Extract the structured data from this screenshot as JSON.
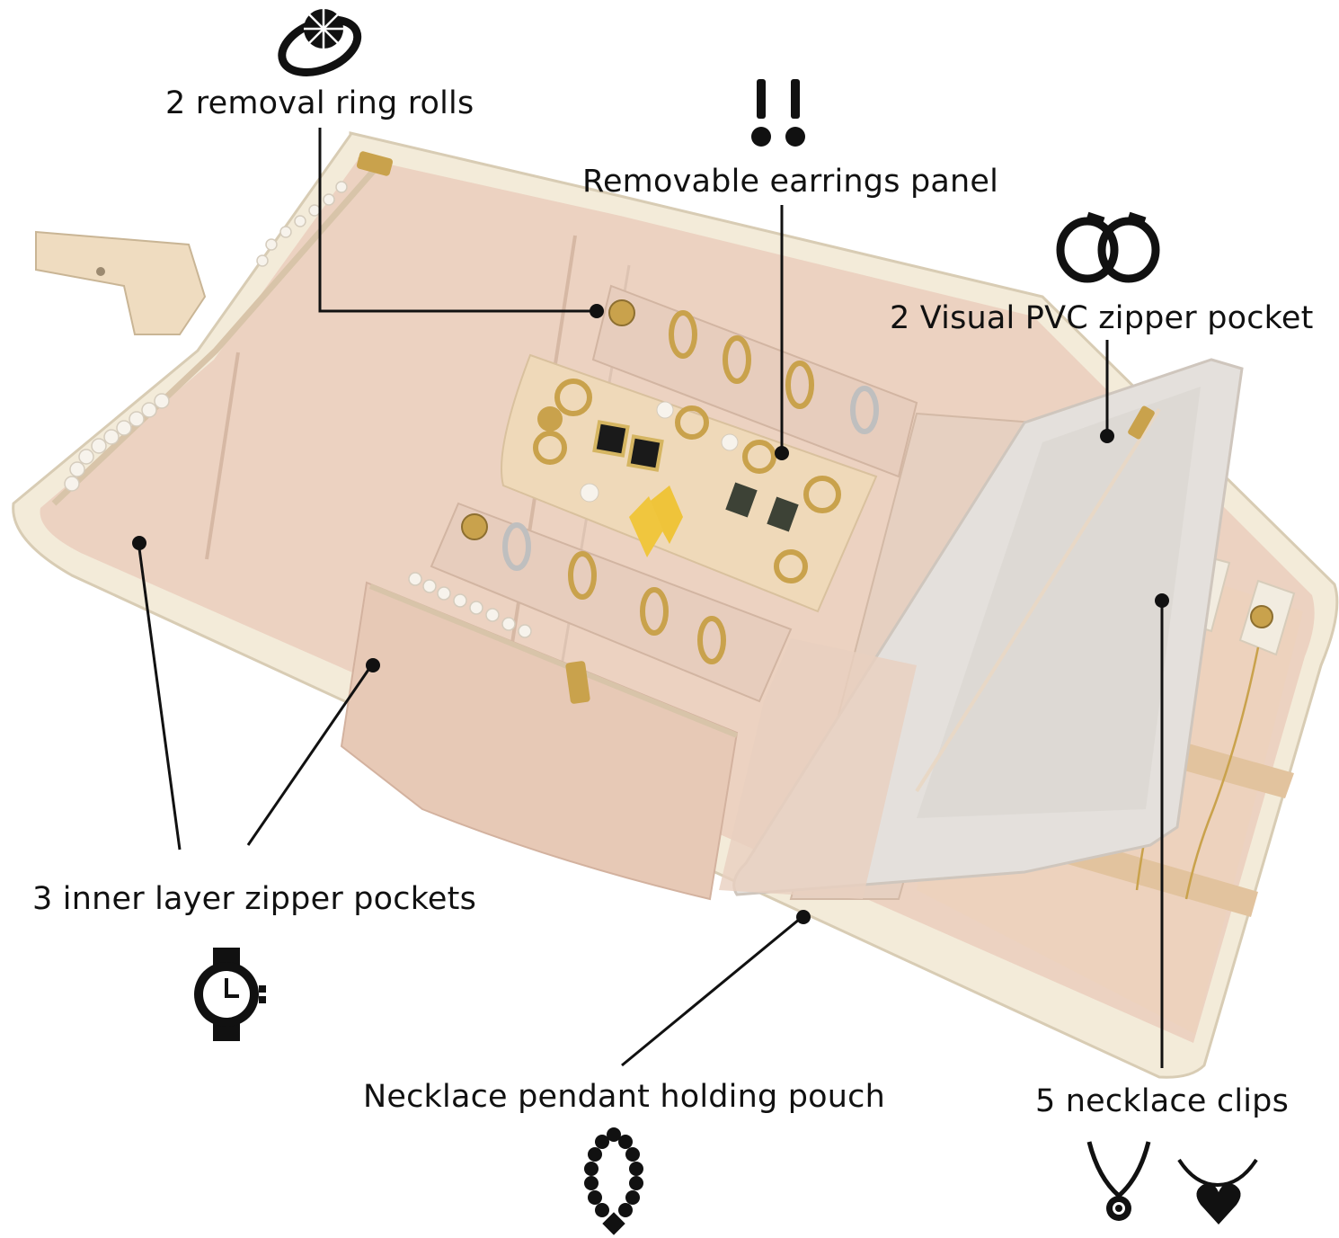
{
  "labels": {
    "ring_rolls": "2 removal ring rolls",
    "earrings_panel": "Removable earrings panel",
    "pvc_pocket": "2 Visual PVC zipper pocket",
    "inner_pockets": "3 inner layer zipper pockets",
    "pendant_pouch": "Necklace pendant holding pouch",
    "necklace_clips": "5 necklace clips"
  },
  "colors": {
    "lining": "#ecd2c1",
    "lining_shadow": "#dcbca8",
    "trim": "#f3ebd9",
    "panel": "#efd9b9",
    "pvc": "#e4e0dc",
    "gold": "#c9a24c",
    "ink": "#111111"
  },
  "icons": [
    "ring-icon",
    "earrings-icon",
    "hoop-earrings-icon",
    "watch-icon",
    "beaded-necklace-icon",
    "pendant-necklace-icon",
    "heart-necklace-icon"
  ]
}
